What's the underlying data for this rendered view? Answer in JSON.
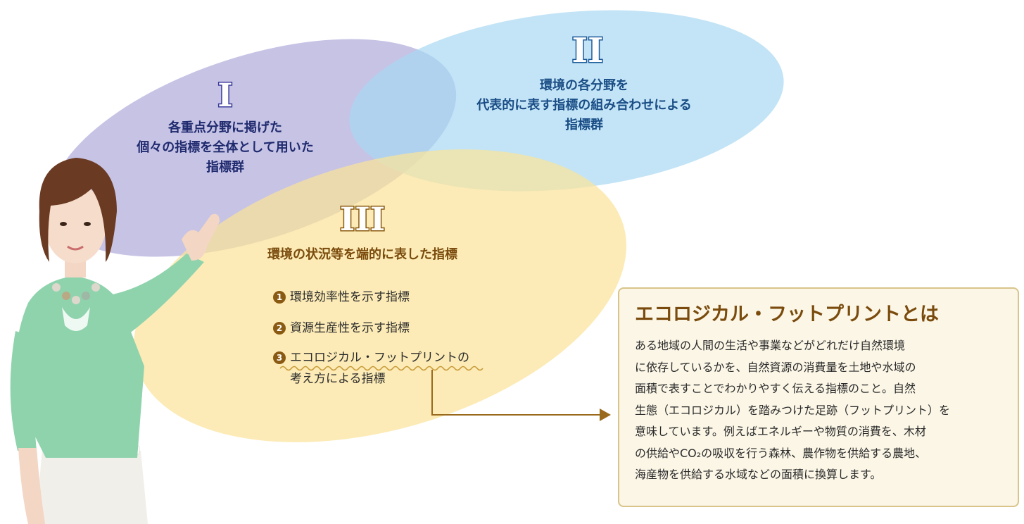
{
  "colors": {
    "circle_1": "#bcb8e0",
    "circle_2": "#a8d8f2",
    "circle_3": "#fbe39a",
    "brown_accent": "#8a5a12",
    "box_background": "#fbf6e6",
    "box_border": "#d9c48a"
  },
  "group_1": {
    "numeral": "I",
    "lines": [
      "各重点分野に掲げた",
      "個々の指標を全体として用いた",
      "指標群"
    ]
  },
  "group_2": {
    "numeral": "II",
    "lines": [
      "環境の各分野を",
      "代表的に表す指標の組み合わせによる",
      "指標群"
    ]
  },
  "group_3": {
    "numeral": "III",
    "title": "環境の状況等を端的に表した指標",
    "items": [
      {
        "number": "1",
        "text": "環境効率性を示す指標"
      },
      {
        "number": "2",
        "text": "資源生産性を示す指標"
      },
      {
        "number": "3",
        "text": "エコロジカル・フットプリントの",
        "text_cont": "考え方による指標"
      }
    ]
  },
  "info_box": {
    "title": "エコロジカル・フットプリントとは",
    "lines": [
      "ある地域の人間の生活や事業などがどれだけ自然環境",
      "に依存しているかを、自然資源の消費量を土地や水域の",
      "面積で表すことでわかりやすく伝える指標のこと。自然",
      "生態（エコロジカル）を踏みつけた足跡（フットプリント）を",
      "意味しています。例えばエネルギーや物質の消費を、木材",
      "の供給やCO₂の吸収を行う森林、農作物を供給する農地、",
      "海産物を供給する水域などの面積に換算します。"
    ]
  },
  "presenter": {
    "icon": "presenter-woman-illustration"
  }
}
